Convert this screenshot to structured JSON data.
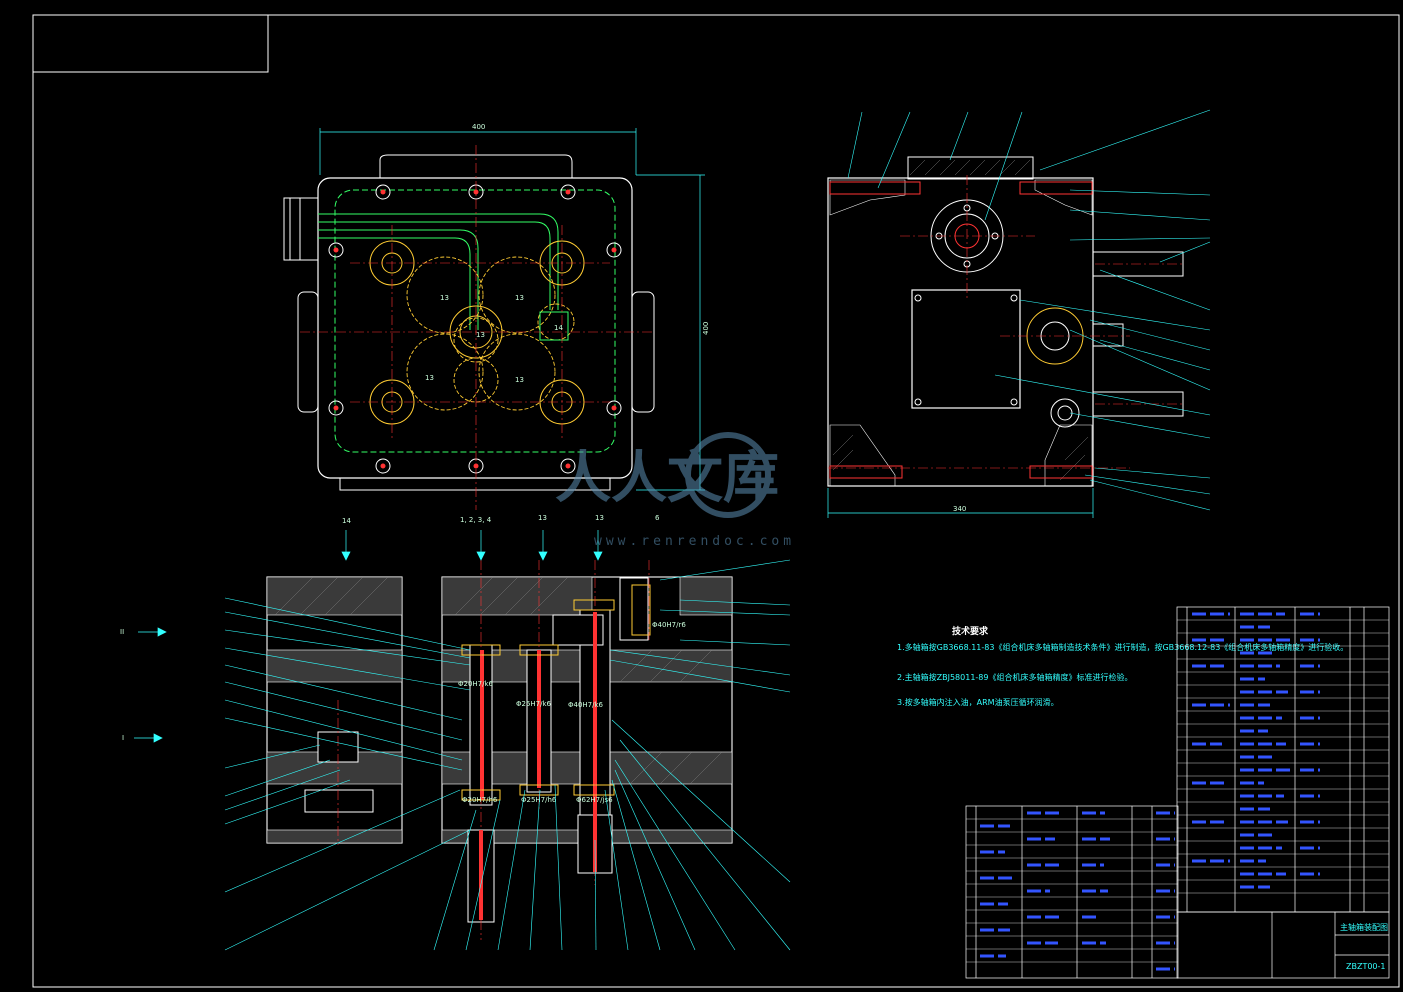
{
  "drawing": {
    "top_view": {
      "dim_width": "400",
      "dim_height": "400",
      "gear_labels": [
        "13",
        "13",
        "13",
        "13",
        "13",
        "14"
      ]
    },
    "side_view": {
      "dim_width": "340"
    },
    "section_view": {
      "top_markers": [
        "1, 2, 3, 4",
        "13",
        "13",
        "6"
      ],
      "left_marker": "14",
      "arrows": [
        "II",
        "I"
      ],
      "fit_labels": [
        "Φ20H7/k6",
        "Φ25H7/k6",
        "Φ40H7/k6",
        "Φ20H7/h6",
        "Φ25H7/h6",
        "Φ62H7/js6",
        "Φ40H7/r6"
      ]
    },
    "technical_requirements": {
      "title": "技术要求",
      "items": [
        "1.多轴箱按GB3668.11-83《组合机床多轴箱制造技术条件》进行制造，按GB3668.12-83《组合机床多轴箱精度》进行验收。",
        "2.主轴箱按ZBJ58011-89《组合机床多轴箱精度》标准进行检验。",
        "3.按多轴箱内注入油，ARM油泵压循环润滑。"
      ]
    },
    "watermark": {
      "brand_text": "人人文库",
      "url_text": "www.renrendoc.com"
    },
    "title_block": {
      "drawing_no": "ZBZT00-1",
      "drawing_title": "主轴箱装配图"
    }
  }
}
